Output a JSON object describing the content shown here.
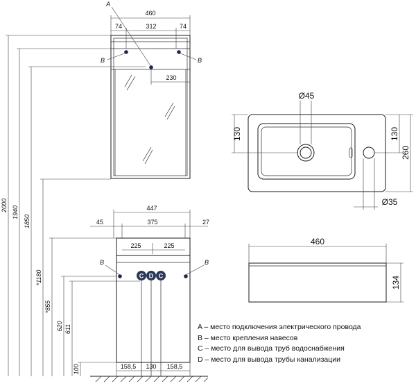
{
  "cabinet": {
    "width_total": "460",
    "width_left": "74",
    "width_mid": "312",
    "width_right": "74",
    "offset": "230",
    "label_a": "A",
    "label_b": "B"
  },
  "heights": {
    "h_2000": "2000",
    "h_1940": "1940",
    "h_1850": "1850",
    "h_1180": "*1180",
    "h_855": "*855",
    "h_620": "620",
    "h_611": "611",
    "h_100": "100"
  },
  "base": {
    "width_total": "447",
    "left": "45",
    "mid": "375",
    "right": "27",
    "half_left": "225",
    "half_right": "225",
    "bottom_left": "158,5",
    "bottom_mid": "130",
    "bottom_right": "158,5",
    "marker_c": "C",
    "marker_d": "D"
  },
  "sink_top": {
    "hole_big": "Ø45",
    "hole_small": "Ø35",
    "depth_left": "130",
    "depth_right": "130",
    "depth_total": "260"
  },
  "sink_front": {
    "width": "460",
    "height": "134"
  },
  "legend": [
    "A – место подключения электрического провода",
    "B – место крепления навесов",
    "C – место для вывода труб водоснабжения",
    "D – место для вывода трубы канализации"
  ]
}
